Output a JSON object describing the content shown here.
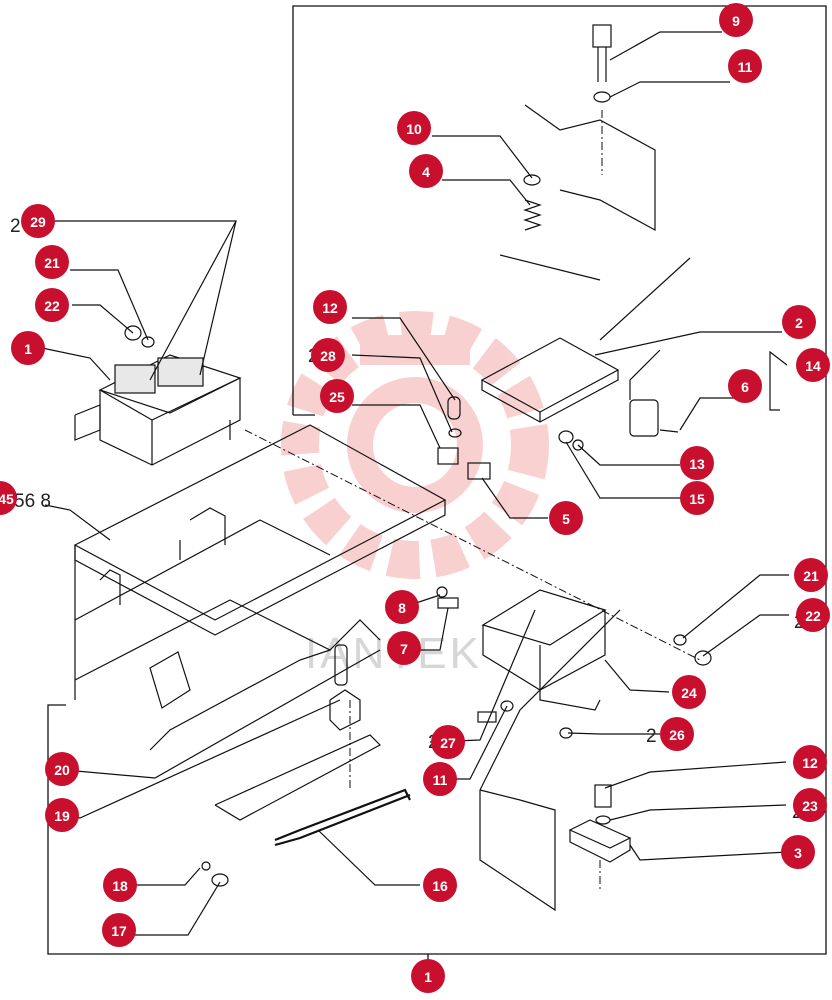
{
  "diagram": {
    "watermark": "IANTEK",
    "callouts": [
      "9",
      "11",
      "10",
      "4",
      "29",
      "21",
      "22",
      "1",
      "12",
      "28",
      "2",
      "14",
      "25",
      "6",
      "13",
      "15",
      "5",
      "8",
      "7",
      "21",
      "22",
      "24",
      "27",
      "26",
      "11",
      "20",
      "19",
      "12",
      "23",
      "3",
      "18",
      "16",
      "17",
      "1"
    ],
    "stray_text": "56 8",
    "stray_badge": "45",
    "colors": {
      "badge": "#c8102e",
      "line": "#111111",
      "watermark": "#f6b8b8"
    }
  }
}
